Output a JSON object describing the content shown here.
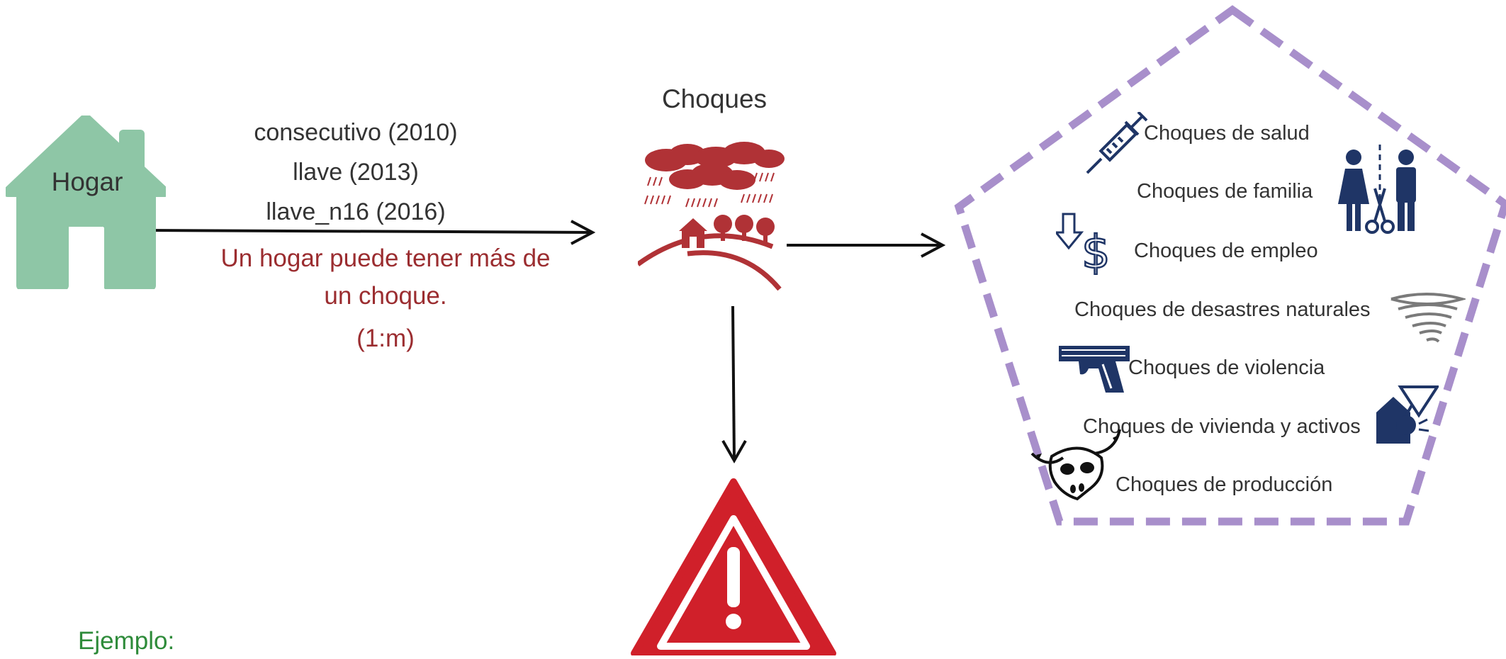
{
  "household": {
    "label": "Hogar",
    "color": "#8ec6a6"
  },
  "keys": {
    "line1": "consecutivo (2010)",
    "line2": "llave (2013)",
    "line3": "llave_n16 (2016)"
  },
  "note": {
    "line1": "Un hogar puede tener más de",
    "line2": "un choque.",
    "line3": "(1:m)",
    "color": "#9b2d30"
  },
  "shocks_node": {
    "title": "Choques",
    "icon": "storm-landscape-icon"
  },
  "shock_types": [
    {
      "label": "Choques de salud",
      "icon": "syringe-icon"
    },
    {
      "label": "Choques de familia",
      "icon": "separated-couple-icon"
    },
    {
      "label": "Choques de empleo",
      "icon": "money-down-icon"
    },
    {
      "label": "Choques de desastres naturales",
      "icon": "tornado-icon"
    },
    {
      "label": "Choques de violencia",
      "icon": "pistol-icon"
    },
    {
      "label": "Choques de vivienda y activos",
      "icon": "house-damage-icon"
    },
    {
      "label": "Choques de producción",
      "icon": "cattle-skull-icon"
    }
  ],
  "pentagon_color": "#a88fcb",
  "warning_icon": "warning-triangle-icon",
  "warning_color": "#d0202a",
  "example": {
    "label": "Ejemplo:",
    "color": "#2e8b3a"
  }
}
